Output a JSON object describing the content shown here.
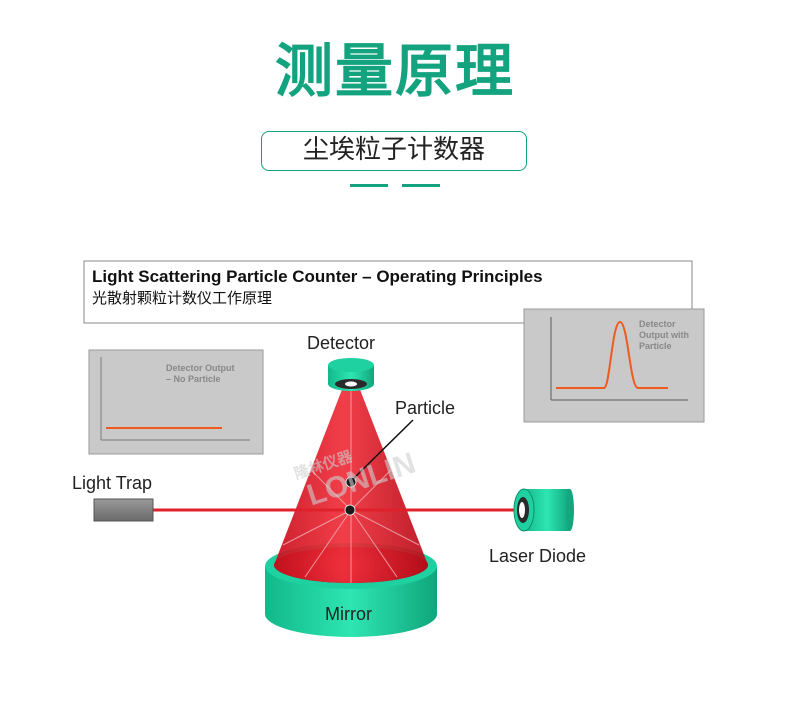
{
  "header": {
    "title": "测量原理",
    "subtitle": "尘埃粒子计数器"
  },
  "diagram": {
    "heading_en": "Light Scattering Particle Counter – Operating Principles",
    "heading_cn": "光散射颗粒计数仪工作原理",
    "labels": {
      "detector": "Detector",
      "particle": "Particle",
      "light_trap": "Light Trap",
      "laser_diode": "Laser Diode",
      "mirror": "Mirror"
    },
    "inset_no_particle": {
      "line1": "Detector Output",
      "line2": "– No Particle"
    },
    "inset_with_particle": {
      "line1": "Detector",
      "line2": "Output with",
      "line3": "Particle"
    },
    "watermark": {
      "cn": "隆林仪器",
      "en": "LONLIN"
    }
  },
  "colors": {
    "accent_green": "#14a37f",
    "beam_red": "#e0202a",
    "mirror_green": "#1fd1a0",
    "inset_gray": "#c9c9c9",
    "output_orange": "#ef5b1f"
  }
}
